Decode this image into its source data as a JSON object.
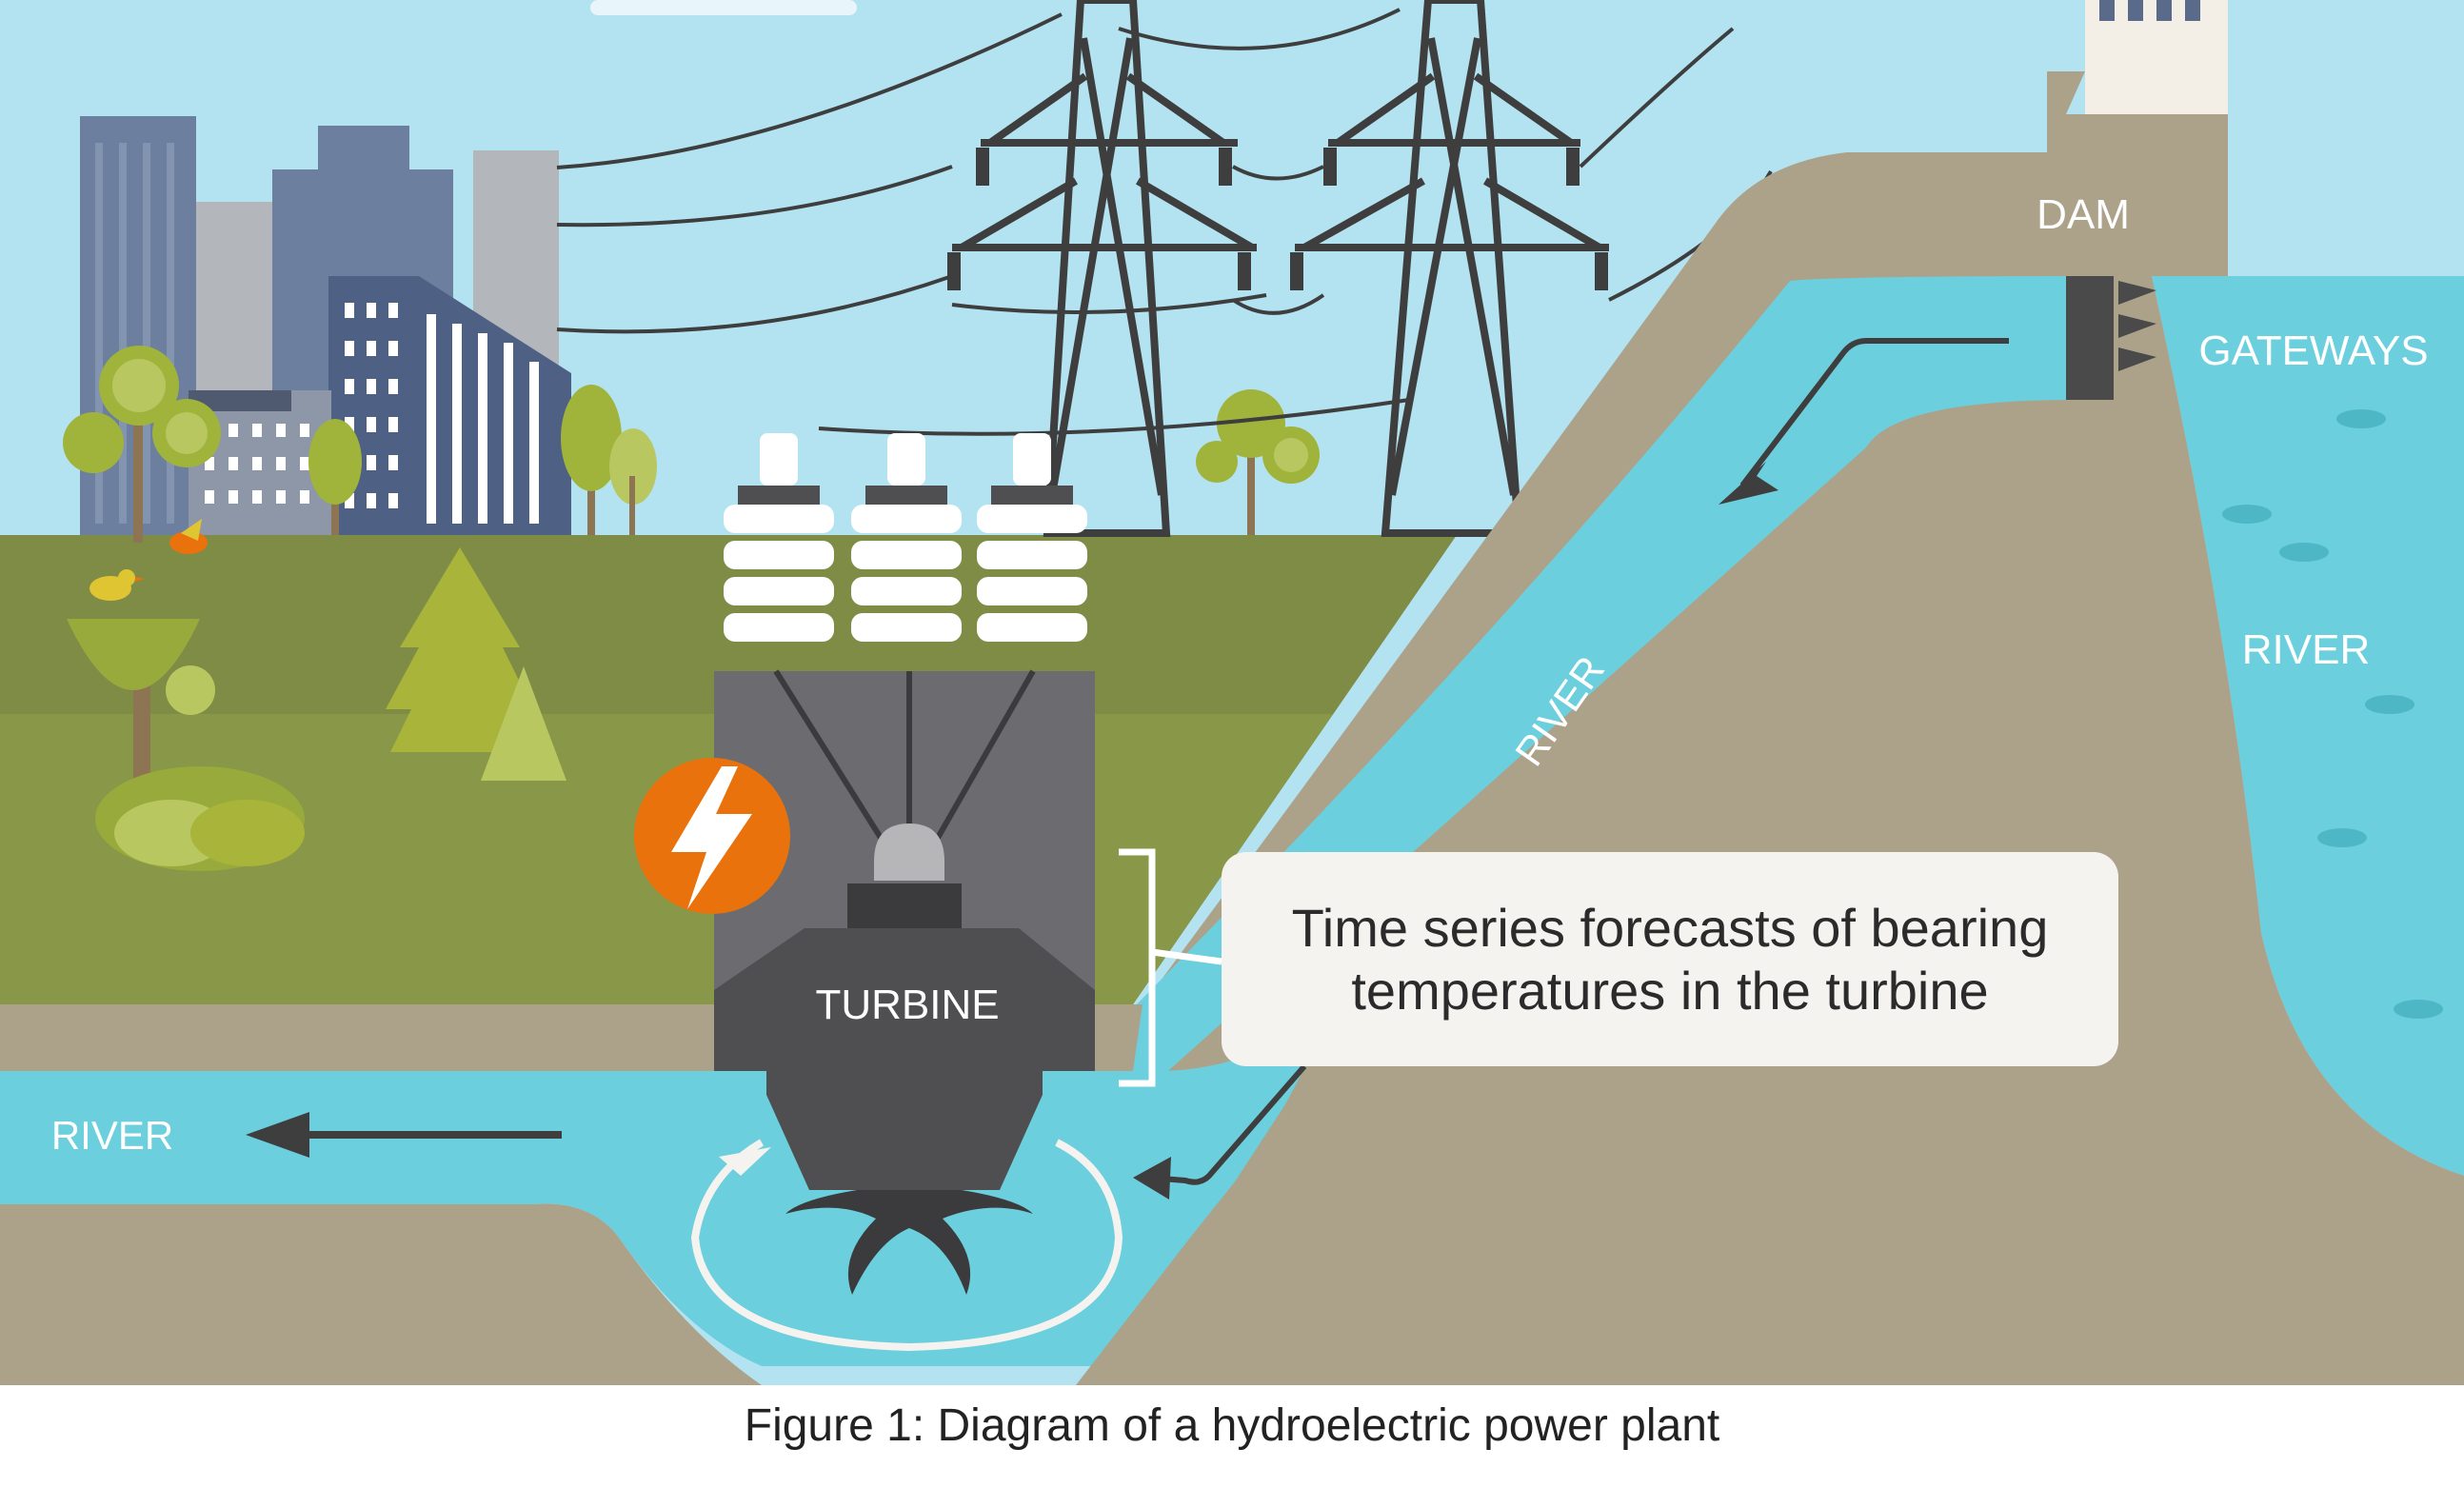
{
  "labels": {
    "dam": "DAM",
    "gateways": "GATEWAYS",
    "river_reservoir": "RIVER",
    "river_channel": "RIVER",
    "river_outlet": "RIVER",
    "turbine": "TURBINE"
  },
  "callout": {
    "line1": "Time series forecasts of bearing",
    "line2": "temperatures in the turbine"
  },
  "caption": "Figure 1: Diagram of a hydroelectric power plant",
  "colors": {
    "sky": "#b3e2f1",
    "water": "#6ccfdd",
    "ground": "#aca28a",
    "grass": "#849447",
    "turbine": "#5a5b60",
    "turbine_dark": "#444446",
    "lightning": "#e9720c"
  }
}
